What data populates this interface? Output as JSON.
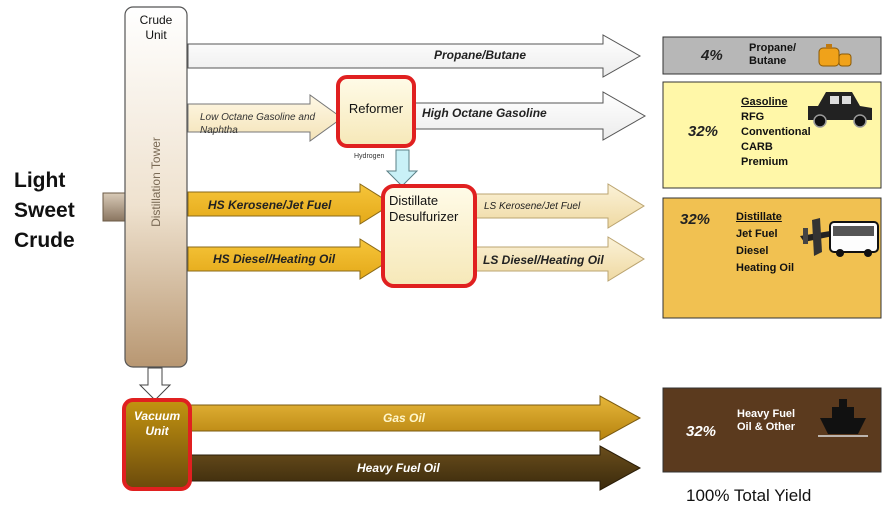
{
  "feed": {
    "line1": "Light",
    "line2": "Sweet",
    "line3": "Crude"
  },
  "crude_unit": {
    "line1": "Crude",
    "line2": "Unit",
    "tower": "Distillation Tower"
  },
  "reformer": "Reformer",
  "hydrogen": "Hydrogen",
  "desulfurizer": {
    "line1": "Distillate",
    "line2": "Desulfurizer"
  },
  "vacuum_unit": {
    "line1": "Vacuum",
    "line2": "Unit"
  },
  "streams": {
    "propane_butane": "Propane/Butane",
    "low_octane_l1": "Low Octane Gasoline and",
    "low_octane_l2": "Naphtha",
    "high_octane": "High Octane Gasoline",
    "hs_kerosene": "HS Kerosene/Jet Fuel",
    "hs_diesel": "HS Diesel/Heating Oil",
    "ls_kerosene": "LS Kerosene/Jet Fuel",
    "ls_diesel": "LS Diesel/Heating Oil",
    "gas_oil": "Gas Oil",
    "heavy_fuel_oil": "Heavy Fuel Oil"
  },
  "products": {
    "propane": {
      "pct": "4%",
      "line1": "Propane/",
      "line2": "Butane",
      "color": "#b5b5b5"
    },
    "gasoline": {
      "pct": "32%",
      "title": "Gasoline",
      "items": [
        "RFG",
        "Conventional",
        "CARB",
        "Premium"
      ],
      "color": "#fff7a8"
    },
    "distillate": {
      "pct": "32%",
      "title": "Distillate",
      "items": [
        "Jet Fuel",
        "Diesel",
        "Heating Oil"
      ],
      "color": "#f1c151"
    },
    "heavy": {
      "pct": "32%",
      "line1": "Heavy Fuel",
      "line2": "Oil & Other",
      "color": "#5b3a1e"
    }
  },
  "total_yield": "100% Total Yield"
}
